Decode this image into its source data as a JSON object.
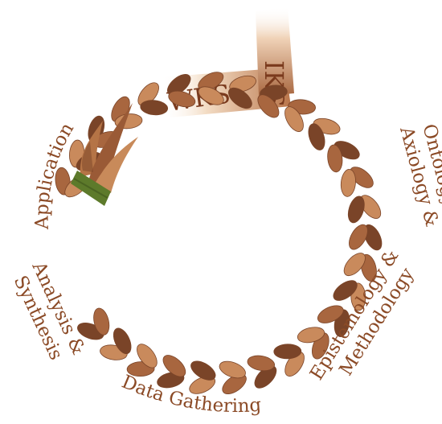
{
  "diagram": {
    "bands": {
      "wks": "WKS",
      "iks": "IKS"
    },
    "labels": {
      "application": "Application",
      "axiology_line1": "Axiology &",
      "axiology_line2": "Ontology",
      "analysis_line1": "Analysis &",
      "analysis_line2": "Synthesis",
      "data_gathering": "Data Gathering",
      "epistemology_line1": "Epistemology &",
      "epistemology_line2": "Methodology"
    },
    "colors": {
      "braid_dark": "#7a4428",
      "braid_mid": "#a8663f",
      "braid_light": "#c98a5c",
      "tie": "#5d7a2b",
      "label_text": "#8b4a26",
      "band_light": "#f3dcc4",
      "band_dark": "#b9754a"
    }
  }
}
